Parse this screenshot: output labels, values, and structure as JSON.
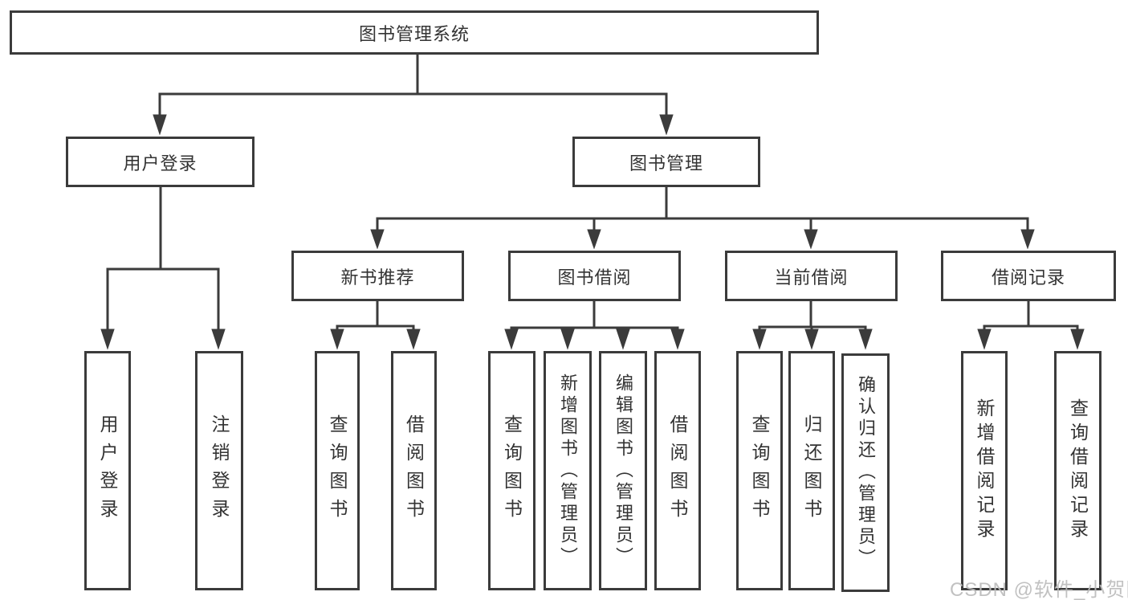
{
  "nodes": {
    "root": "图书管理系统",
    "user_login": "用户登录",
    "book_mgmt": "图书管理",
    "new_book_rec": "新书推荐",
    "book_borrow": "图书借阅",
    "current_borrow": "当前借阅",
    "borrow_records": "借阅记录",
    "user_login_leaf": "用户登录",
    "logout_leaf": "注销登录",
    "query_books_1": "查询图书",
    "borrow_books_1": "借阅图书",
    "query_books_2": "查询图书",
    "add_books_admin": "新增图书（管理员）",
    "edit_books_admin": "编辑图书（管理员）",
    "borrow_books_2": "借阅图书",
    "query_books_3": "查询图书",
    "return_books": "归还图书",
    "confirm_return_admin": "确认归还（管理员）",
    "add_borrow_record": "新增借阅记录",
    "query_borrow_record": "查询借阅记录"
  },
  "edges": [
    {
      "from": "root",
      "to": [
        "user_login",
        "book_mgmt"
      ]
    },
    {
      "from": "user_login",
      "to": [
        "user_login_leaf",
        "logout_leaf"
      ]
    },
    {
      "from": "book_mgmt",
      "to": [
        "new_book_rec",
        "book_borrow",
        "current_borrow",
        "borrow_records"
      ]
    },
    {
      "from": "new_book_rec",
      "to": [
        "query_books_1",
        "borrow_books_1"
      ]
    },
    {
      "from": "book_borrow",
      "to": [
        "query_books_2",
        "add_books_admin",
        "edit_books_admin",
        "borrow_books_2"
      ]
    },
    {
      "from": "current_borrow",
      "to": [
        "query_books_3",
        "return_books",
        "confirm_return_admin"
      ]
    },
    {
      "from": "borrow_records",
      "to": [
        "add_borrow_record",
        "query_borrow_record"
      ]
    }
  ],
  "watermark": {
    "text": "CSDN @软件_小贺同学"
  },
  "colors": {
    "line": "#3b3b3b",
    "text": "#333333",
    "watermark": "#bcbcbc",
    "background": "#ffffff"
  }
}
